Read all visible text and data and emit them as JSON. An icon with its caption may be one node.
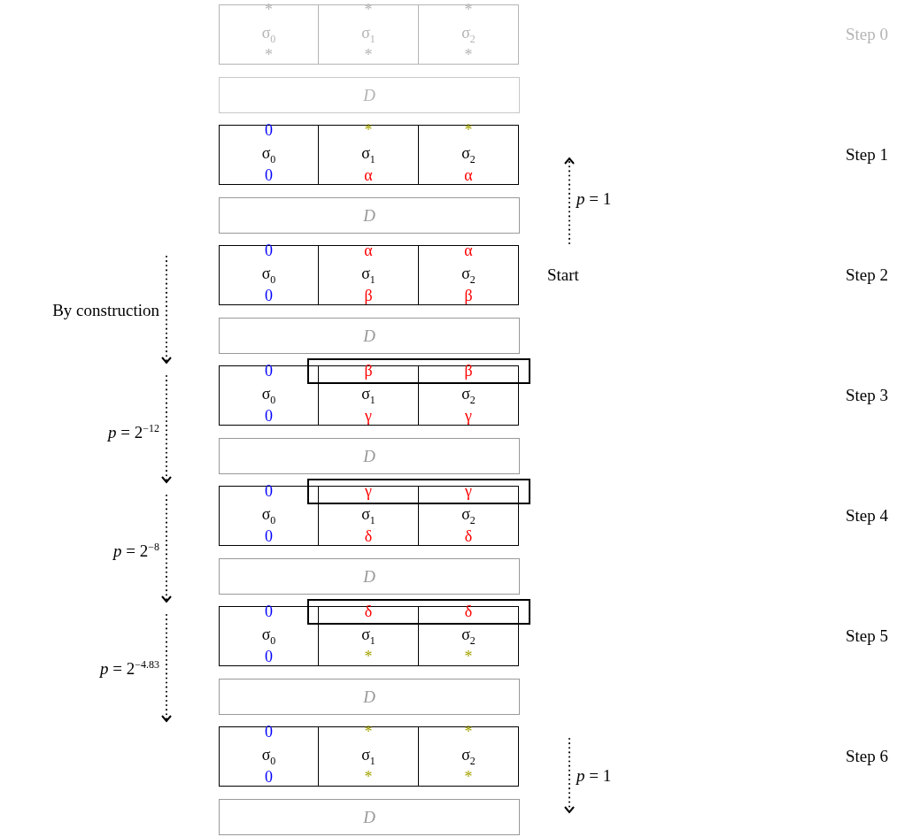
{
  "diagram": {
    "nodes": [
      {
        "text": [
          "*",
          "σ$_{0}$",
          "*"
        ]
      },
      {
        "text": [
          "*",
          "σ$_{1}$",
          "*"
        ]
      },
      {
        "text": [
          "*",
          "σ$_{2}$",
          "*"
        ]
      },
      {
        "text": [
          "D"
        ]
      },
      {
        "text": [
          "0",
          "σ$_{0}$",
          "0"
        ]
      },
      {
        "text": [
          "*",
          "σ$_{1}$",
          "α"
        ]
      },
      {
        "text": [
          "*",
          "σ$_{2}$",
          "α"
        ]
      },
      {
        "text": [
          "D"
        ]
      },
      {
        "text": [
          "0",
          "σ$_{0}$",
          "0"
        ]
      },
      {
        "text": [
          "α",
          "σ$_{1}$",
          "β"
        ]
      },
      {
        "text": [
          "α",
          "σ$_{2}$",
          "β"
        ]
      },
      {
        "text": [
          "D"
        ]
      },
      {
        "text": [
          "0",
          "σ$_{0}$",
          "0"
        ]
      },
      {
        "text": [
          "β",
          "σ$_{1}$",
          "γ"
        ]
      },
      {
        "text": [
          "β",
          "σ$_{2}$",
          "γ"
        ]
      },
      {
        "text": [
          "D"
        ]
      },
      {
        "text": [
          "0",
          "σ$_{0}$",
          "0"
        ]
      },
      {
        "text": [
          "γ",
          "σ$_{1}$",
          "δ"
        ]
      },
      {
        "text": [
          "γ",
          "σ$_{2}$",
          "δ"
        ]
      },
      {
        "text": [
          "D"
        ]
      },
      {
        "text": [
          "0",
          "σ$_{0}$",
          "0"
        ]
      },
      {
        "text": [
          "δ",
          "σ$_{1}$",
          "*"
        ]
      },
      {
        "text": [
          "δ",
          "σ$_{2}$",
          "*"
        ]
      },
      {
        "text": [
          "D"
        ]
      },
      {
        "text": [
          "0",
          "σ$_{0}$",
          "0"
        ]
      },
      {
        "text": [
          "*",
          "σ$_{1}$",
          "*"
        ]
      },
      {
        "text": [
          "*",
          "σ$_{2}$",
          "*"
        ]
      },
      {
        "text": [
          "D"
        ]
      }
    ],
    "labels": [
      "Step 0",
      "Step 1",
      "*p* = 1",
      "By construction",
      "Start",
      "Step 2",
      "Step 3",
      "*p* = 2$^{−12}$",
      "Step 4",
      "*p* = 2$^{−8}$",
      "Step 5",
      "*p* = 2$^{−4.83}$",
      "Step 6",
      "*p* = 1"
    ]
  }
}
